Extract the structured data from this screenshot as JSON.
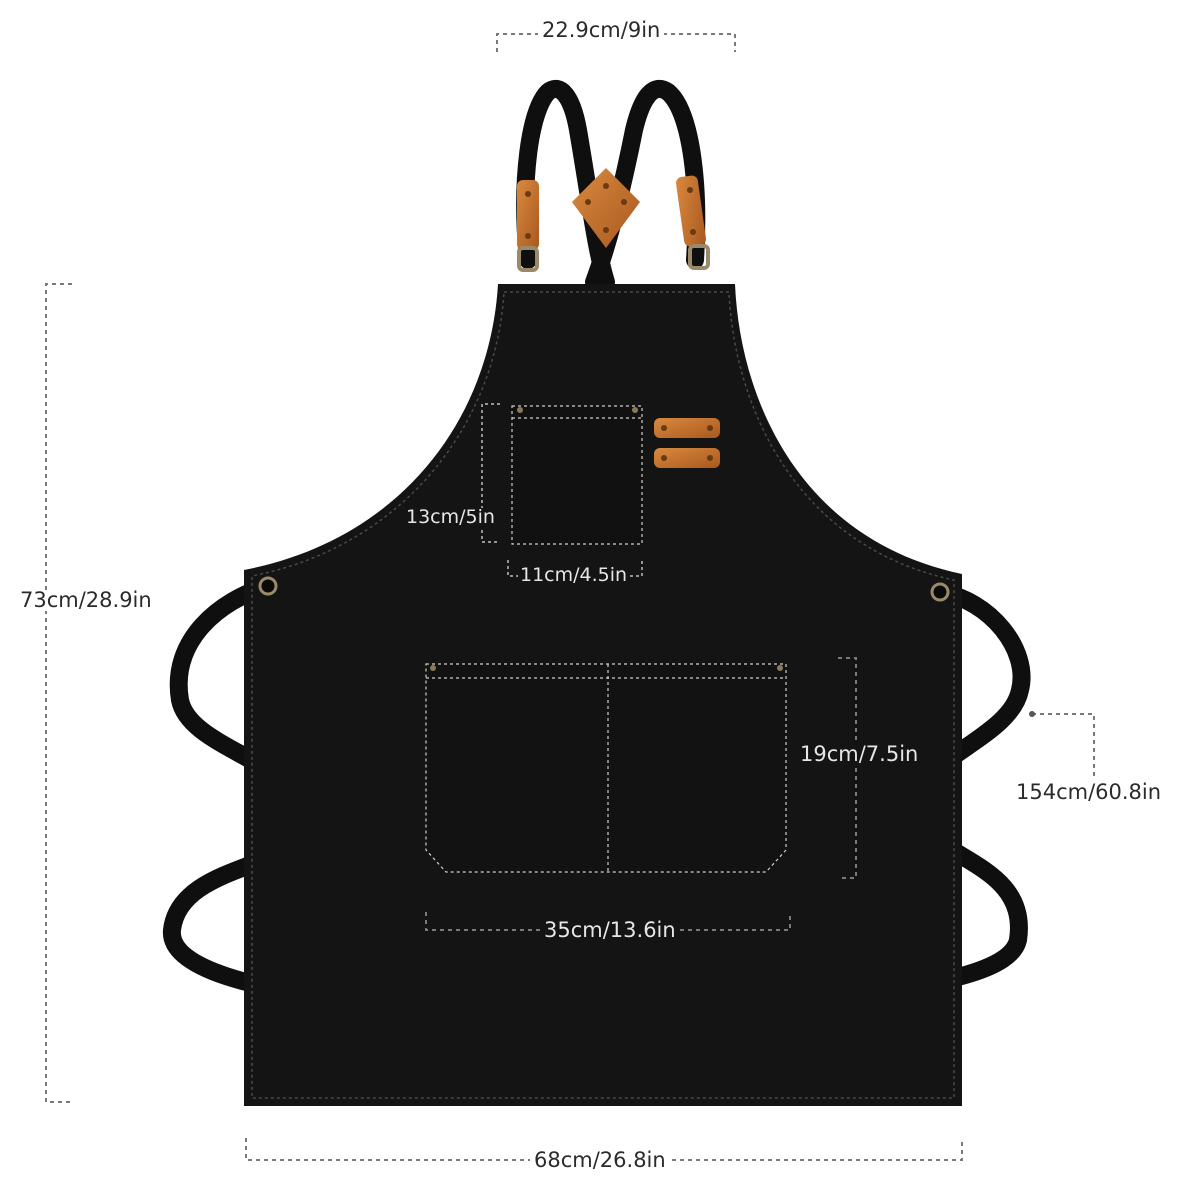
{
  "measurements": {
    "neck_width": "22.9cm/9in",
    "total_height": "73cm/28.9in",
    "chest_pocket_height": "13cm/5in",
    "chest_pocket_width": "11cm/4.5in",
    "front_pocket_height": "19cm/7.5in",
    "strap_length": "154cm/60.8in",
    "front_pocket_width": "35cm/13.6in",
    "apron_width": "68cm/26.8in"
  },
  "colors": {
    "canvas": "#141414",
    "strap": "#101010",
    "leather": "#c8742e",
    "stitch": "#d8d8c8",
    "dimension_line": "#8a8a8a"
  }
}
